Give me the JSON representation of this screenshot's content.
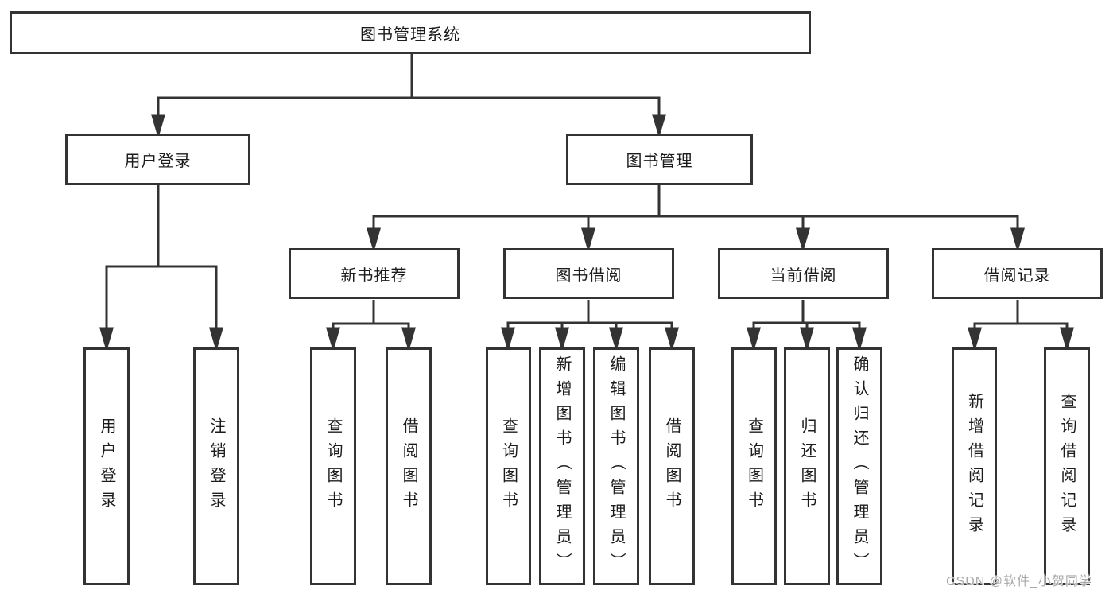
{
  "page": {
    "background": "#ffffff"
  },
  "colors": {
    "line": "#333333",
    "node_border": "#333333",
    "text": "#1c1c1c",
    "watermark": "#a9a9a9"
  },
  "watermark": {
    "text": "CSDN @软件_小贺同学"
  },
  "tree": {
    "root": {
      "label": "图书管理系统"
    },
    "branches": [
      {
        "label": "用户登录",
        "children": [
          {
            "label": "用户登录"
          },
          {
            "label": "注销登录"
          }
        ]
      },
      {
        "label": "图书管理",
        "children": [
          {
            "label": "新书推荐",
            "children": [
              {
                "label": "查询图书"
              },
              {
                "label": "借阅图书"
              }
            ]
          },
          {
            "label": "图书借阅",
            "children": [
              {
                "label": "查询图书"
              },
              {
                "label": "新增图书（管理员）"
              },
              {
                "label": "编辑图书（管理员）"
              },
              {
                "label": "借阅图书"
              }
            ]
          },
          {
            "label": "当前借阅",
            "children": [
              {
                "label": "查询图书"
              },
              {
                "label": "归还图书"
              },
              {
                "label": "确认归还（管理员）"
              }
            ]
          },
          {
            "label": "借阅记录",
            "children": [
              {
                "label": "新增借阅记录"
              },
              {
                "label": "查询借阅记录"
              }
            ]
          }
        ]
      }
    ]
  }
}
